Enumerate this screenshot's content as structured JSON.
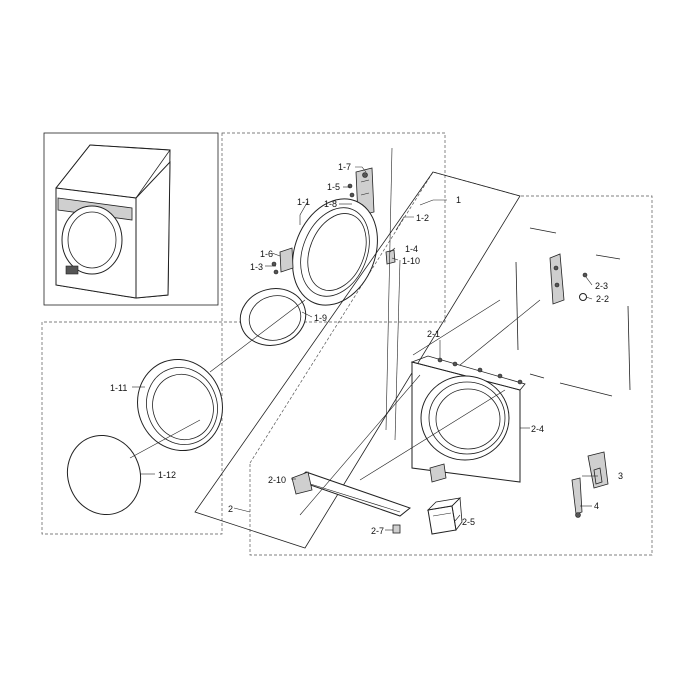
{
  "callouts": {
    "c1": "1",
    "c1_1": "1-1",
    "c1_2": "1-2",
    "c1_3": "1-3",
    "c1_4": "1-4",
    "c1_5": "1-5",
    "c1_6": "1-6",
    "c1_7": "1-7",
    "c1_8": "1-8",
    "c1_9": "1-9",
    "c1_10": "1-10",
    "c1_11": "1-11",
    "c1_12": "1-12",
    "c2": "2",
    "c2_1": "2-1",
    "c2_2": "2-2",
    "c2_3": "2-3",
    "c2_4": "2-4",
    "c2_5": "2-5",
    "c2_7": "2-7",
    "c2_10": "2-10",
    "c3": "3",
    "c4": "4"
  }
}
